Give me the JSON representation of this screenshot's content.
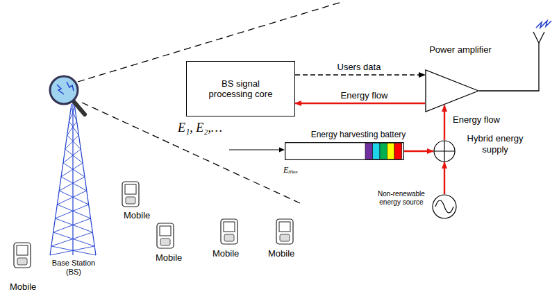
{
  "diagram": {
    "nodes": [
      {
        "text": [
          "BS signal processing core"
        ]
      },
      {
        "text": [
          "Power amplifier"
        ]
      },
      {
        "text": [
          "Energy harvesting battery"
        ]
      },
      {
        "text": [
          "Hybrid energy supply"
        ]
      },
      {
        "text": [
          "Non-renewable energy source"
        ]
      }
    ],
    "edges": [
      {
        "from": 0,
        "to": 1,
        "label": "Users data",
        "arrow": "to"
      },
      {
        "from": 1,
        "to": 0,
        "label": "Energy flow",
        "arrow": "to"
      },
      {
        "from": 3,
        "to": 1,
        "label": "Energy flow",
        "arrow": "to"
      },
      {
        "from": 2,
        "to": 3,
        "arrow": "to"
      },
      {
        "from": 4,
        "to": 3,
        "arrow": "to"
      }
    ],
    "labels": [
      "E₁, E₂,…",
      "Eₘₐₓ",
      "Mobile",
      "Mobile",
      "Mobile",
      "Mobile",
      "Mobile",
      "Base Station (BS)"
    ]
  }
}
